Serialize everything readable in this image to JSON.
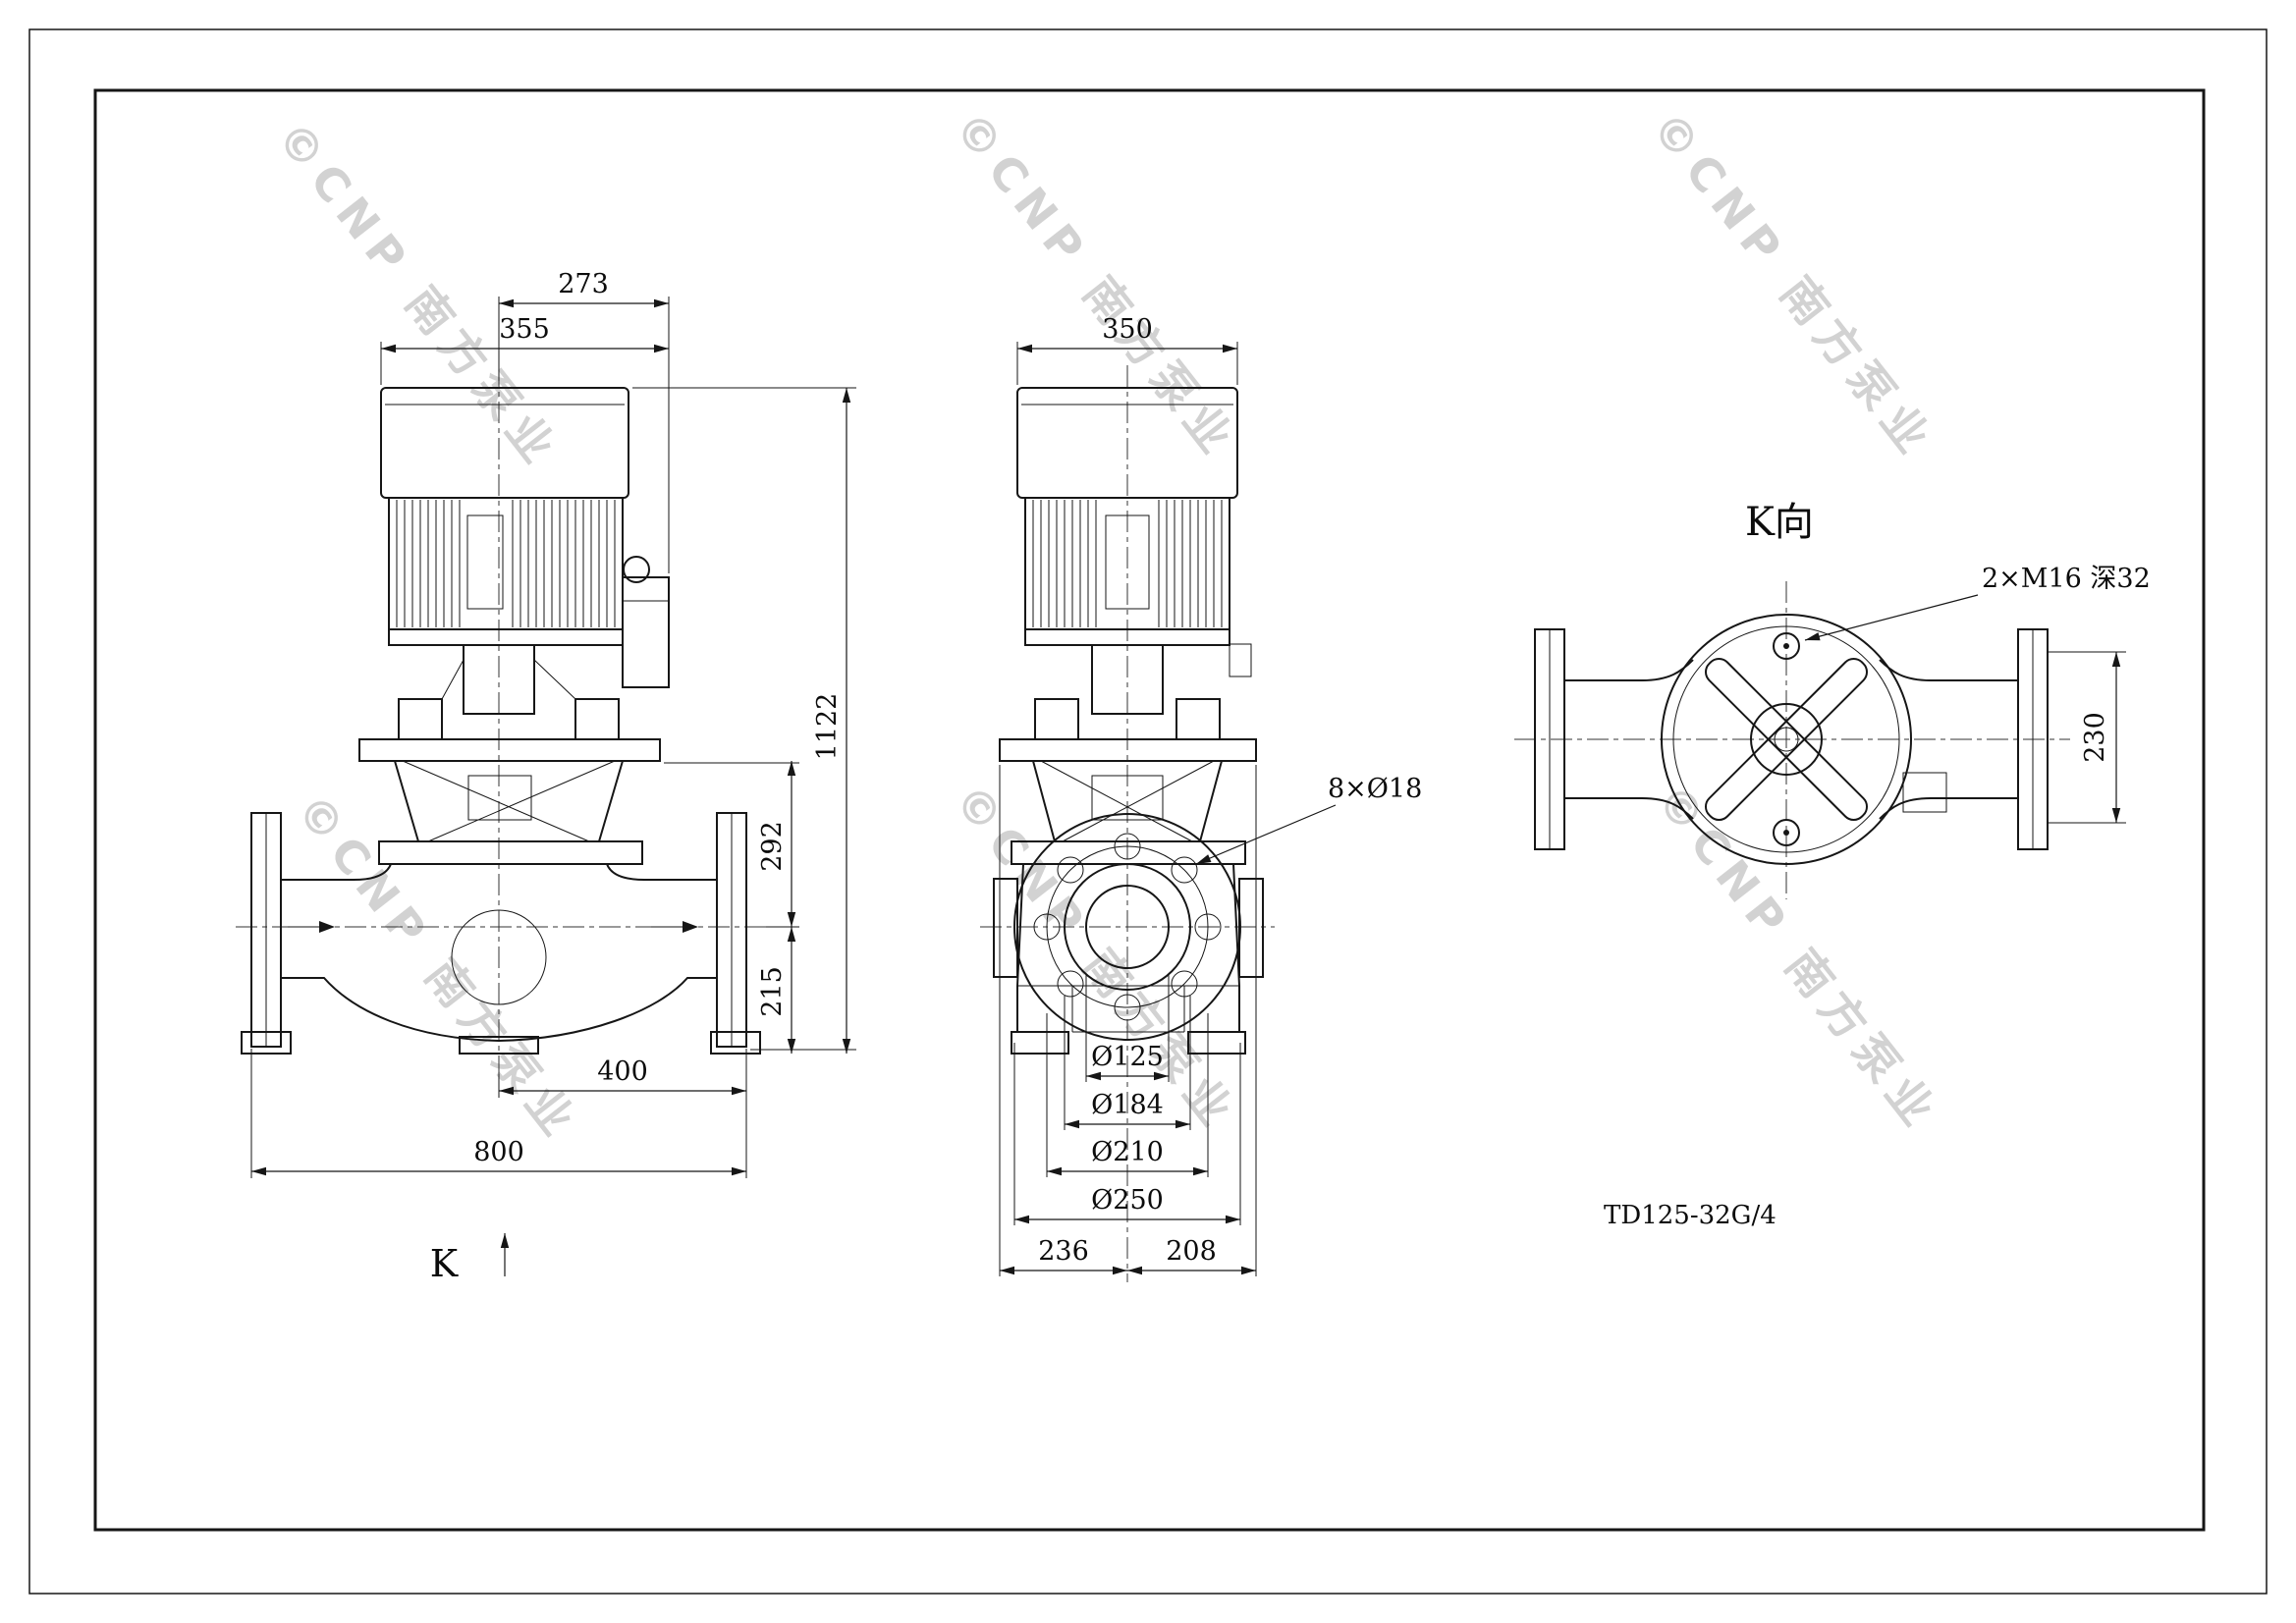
{
  "drawing": {
    "model": "TD125-32G/4",
    "watermark": "©CNP 南方泵业",
    "front_view": {
      "dim_motor_cap": "273",
      "dim_motor_width": "355",
      "dim_total_height": "1122",
      "dim_support_height": "292",
      "dim_center_height": "215",
      "dim_center_to_flange": "400",
      "dim_port_to_port": "800",
      "section_arrow": "K"
    },
    "side_view": {
      "dim_motor_depth": "350",
      "note_bolt_holes": "8×Ø18",
      "dim_bore": "Ø125",
      "dim_raised_face": "Ø184",
      "dim_bolt_circle": "Ø210",
      "dim_flange_od": "Ø250",
      "dim_front_offset": "236",
      "dim_rear_offset": "208"
    },
    "k_view": {
      "title": "K向",
      "note_tapped_holes": "2×M16 深32",
      "dim_flange_width": "230"
    }
  }
}
